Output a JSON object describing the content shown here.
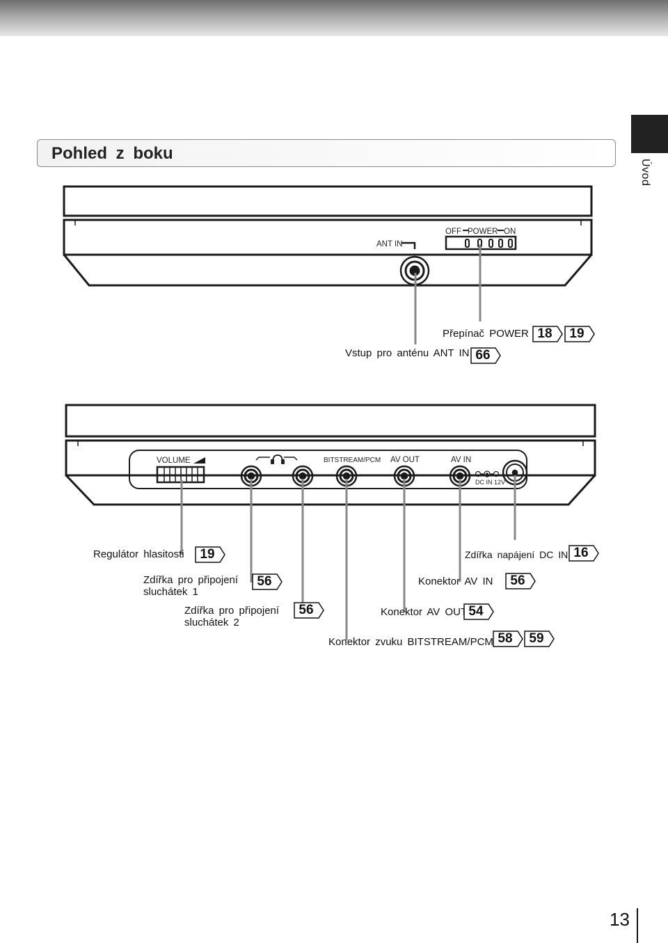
{
  "side_tab": {
    "label": "Úvod"
  },
  "section": {
    "title": "Pohled z boku"
  },
  "device_top": {
    "ant_in_label": "ANT IN",
    "power_switch": {
      "off_label": "OFF",
      "power_label": "POWER",
      "on_label": "ON"
    }
  },
  "device_bottom": {
    "volume_label": "VOLUME",
    "bitstream_label": "BITSTREAM/PCM",
    "av_out_label": "AV OUT",
    "av_in_label": "AV IN",
    "dc_in_label": "DC IN 12V"
  },
  "callouts_top": [
    {
      "text": "Přepínač POWER",
      "refs": [
        "18",
        "19"
      ]
    },
    {
      "text": "Vstup pro anténu ANT IN",
      "refs": [
        "66"
      ]
    }
  ],
  "callouts_bottom": [
    {
      "text": "Regulátor hlasitosti",
      "refs": [
        "19"
      ]
    },
    {
      "text": "Zdířka napájení DC IN",
      "refs": [
        "16"
      ]
    },
    {
      "text": "Zdířka pro připojení sluchátek 1",
      "refs": [
        "56"
      ]
    },
    {
      "text": "Konektor AV IN",
      "refs": [
        "56"
      ]
    },
    {
      "text": "Zdířka pro připojení sluchátek 2",
      "refs": [
        "56"
      ]
    },
    {
      "text": "Konektor AV OUT",
      "refs": [
        "54"
      ]
    },
    {
      "text": "Konektor zvuku BITSTREAM/PCM",
      "refs": [
        "58",
        "59"
      ]
    }
  ],
  "page_number": "13"
}
